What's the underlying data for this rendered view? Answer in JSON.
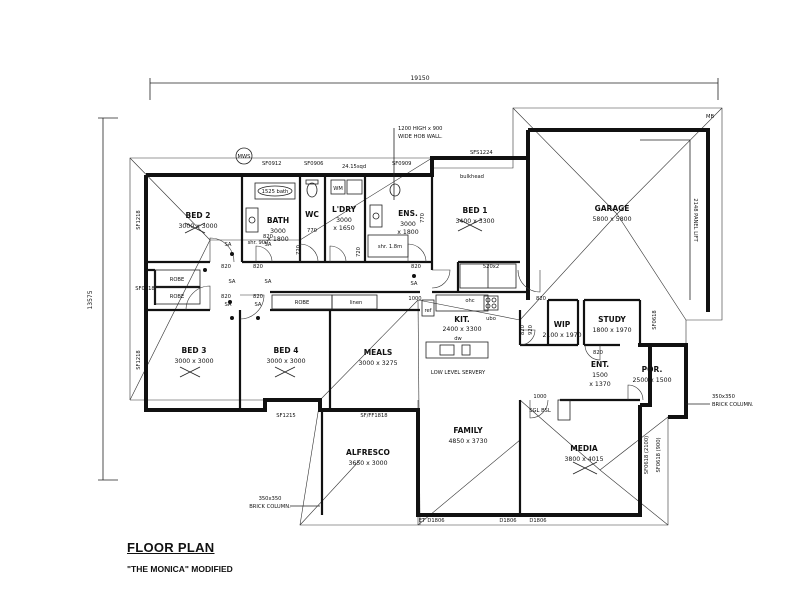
{
  "title": "FLOOR PLAN",
  "subtitle": "\"THE MONICA\" MODIFIED",
  "overall_width": "19150",
  "overall_depth": "13575",
  "rooms": {
    "bed2": {
      "name": "BED 2",
      "size": "3000 x 3000"
    },
    "bath": {
      "name": "BATH",
      "size": "3000",
      "size2": "x 1800"
    },
    "wc": {
      "name": "WC"
    },
    "ldry": {
      "name": "L'DRY",
      "size": "3000",
      "size2": "x 1650"
    },
    "ens": {
      "name": "ENS.",
      "size": "3000",
      "size2": "x 1800"
    },
    "bed1": {
      "name": "BED 1",
      "size": "3400 x 3300"
    },
    "garage": {
      "name": "GARAGE",
      "size": "5800 x 5800"
    },
    "bed3": {
      "name": "BED 3",
      "size": "3000 x 3000"
    },
    "bed4": {
      "name": "BED 4",
      "size": "3000 x 3000"
    },
    "meals": {
      "name": "MEALS",
      "size": "3000 x 3275"
    },
    "kit": {
      "name": "KIT.",
      "size": "2400 x 3300"
    },
    "wip": {
      "name": "WIP",
      "size": "2100 x 1970"
    },
    "study": {
      "name": "STUDY",
      "size": "1800 x 1970"
    },
    "ent": {
      "name": "ENT.",
      "size": "1500",
      "size2": "x 1370"
    },
    "por": {
      "name": "POR.",
      "size": "2500 x 1500"
    },
    "alfresco": {
      "name": "ALFRESCO",
      "size": "3650 x 3000"
    },
    "family": {
      "name": "FAMILY",
      "size": "4850 x 3730"
    },
    "media": {
      "name": "MEDIA",
      "size": "3800 x 4015"
    }
  },
  "labels": {
    "robe_a": "ROBE",
    "robe_b": "ROBE",
    "robe_c": "ROBE",
    "linen": "linen",
    "bath_tub": "1525 bath",
    "hob_wall_1": "1200 HIGH x 900",
    "hob_wall_2": "WIDE HOB WALL.",
    "bulkhead": "bulkhead",
    "low_servery": "LOW LEVEL SERVERY",
    "panel_lift": "2148 PANEL LIFT",
    "brick_col_right_1": "350x350",
    "brick_col_right_2": "BRICK COLUMN.",
    "brick_col_left_1": "350x350",
    "brick_col_left_2": "BRICK COLUMN.",
    "mws": "MWS",
    "wm": "WM",
    "ohc": "ohc",
    "ubo": "ubo",
    "dw": "dw",
    "ref": "ref",
    "sgl_bsl": "SGL BSL",
    "mb": "MB",
    "sa_1": "SA",
    "sa_2": "SA",
    "sa_3": "SA",
    "sa_4": "SA",
    "sa_5": "SA",
    "sa_6": "SA",
    "sa_7": "SA",
    "sf_1": "SF0912",
    "sf_2": "SF0906",
    "sf_3": "24.15sqd",
    "sf_4": "SF0909",
    "sf_5": "SFS1224",
    "sf_6": "SF1218",
    "sf_7": "SF1218",
    "sf_8": "SF1215",
    "sf_9": "SF/FF1818",
    "sf_10": "SF0618 (2100)",
    "sf_11": "SF0618 (900)",
    "sf_12": "SF0618",
    "sf_13": "SF0618",
    "d_820_a": "820",
    "d_820_b": "820",
    "d_820_c": "820",
    "d_820_d": "820",
    "d_820_e": "820",
    "d_820_f": "820",
    "d_820_g": "820",
    "d_820_h": "820",
    "d_770_a": "770",
    "d_770_b": "770",
    "d_720_a": "720",
    "d_720_b": "720",
    "d_520": "520x2",
    "d_1000_a": "1000",
    "d_1000_b": "1000",
    "d_820_2": "820",
    "d_920": "920",
    "et": "ET",
    "d1806_a": "D1806",
    "d1806_b": "D1806",
    "d1806_c": "D1806",
    "shr": "shr. 1.8m",
    "shr2": "shr. 900"
  }
}
